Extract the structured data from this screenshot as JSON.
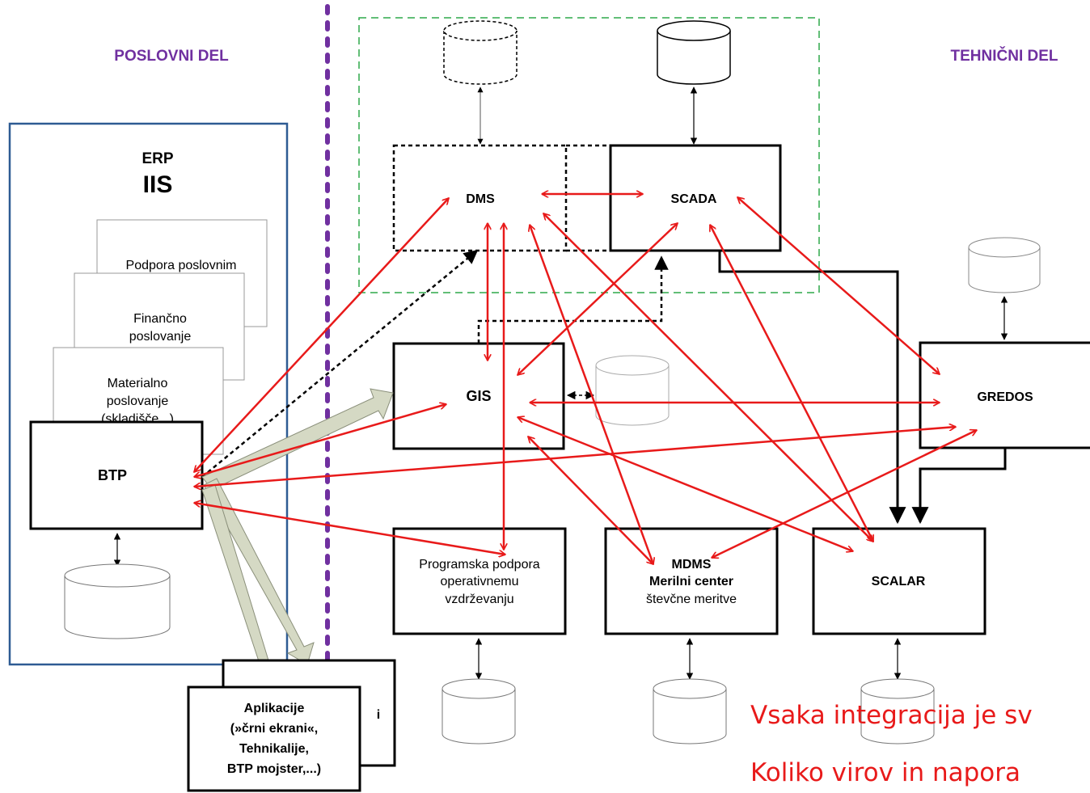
{
  "sections": {
    "left_title": "POSLOVNI DEL",
    "right_title": "TEHNIČNI DEL"
  },
  "erp": {
    "label_top": "ERP",
    "label_big": "IIS",
    "doc1": "Podpora poslovnim",
    "doc2_line1": "Finančno",
    "doc2_line2": "poslovanje",
    "doc3_line1": "Materialno",
    "doc3_line2": "poslovanje",
    "doc3_line3": "(skladišče,..)"
  },
  "systems": {
    "dms": "DMS",
    "scada": "SCADA",
    "gis": "GIS",
    "gredos": "GREDOS",
    "btp": "BTP",
    "scalar": "SCALAR",
    "maint_line1": "Programska podpora",
    "maint_line2": "operativnemu",
    "maint_line3": "vzdrževanju",
    "mdms_line1": "MDMS",
    "mdms_line2": "Merilni center",
    "mdms_line3": "števčne meritve"
  },
  "apps": {
    "back_partial": "i",
    "line1": "Aplikacije",
    "line2": "(»črni ekrani«,",
    "line3": "Tehnikalije,",
    "line4": "BTP mojster,...)"
  },
  "overlay": {
    "line1": "Vsaka integracija je sv",
    "line2": "Koliko virov in napora"
  },
  "colors": {
    "red_arrows": "#e81a1a",
    "purple_divider": "#7030a0",
    "green_boundary": "#2ea84a",
    "erp_border": "#2e5b93",
    "wide_arrows": "#d5d9c4"
  }
}
